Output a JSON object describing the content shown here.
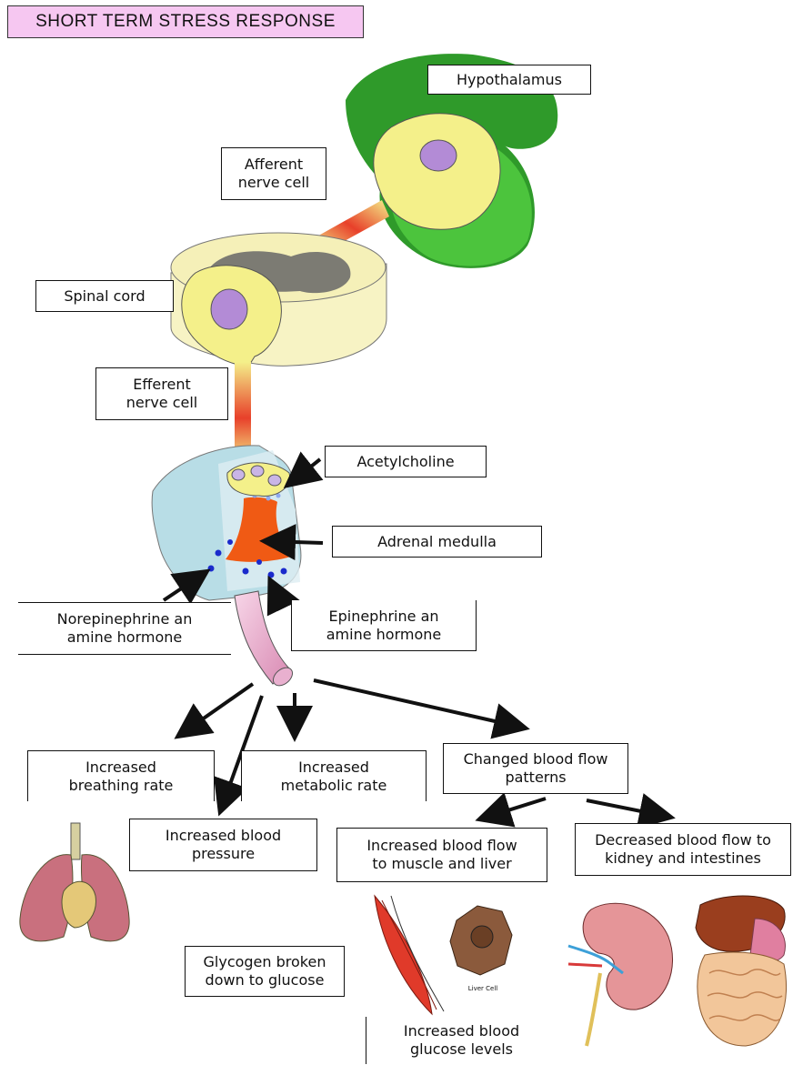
{
  "title": "SHORT TERM STRESS RESPONSE",
  "labels": {
    "hypothalamus": "Hypothalamus",
    "afferent_line1": "Afferent",
    "afferent_line2": "nerve cell",
    "spinal_cord": "Spinal cord",
    "efferent_line1": "Efferent",
    "efferent_line2": "nerve cell",
    "acetylcholine": "Acetylcholine",
    "adrenal_medulla": "Adrenal medulla",
    "norepinephrine_line1": "Norepinephrine an",
    "norepinephrine_line2": "amine hormone",
    "epinephrine_line1": "Epinephrine an",
    "epinephrine_line2": "amine hormone",
    "breathing_line1": "Increased",
    "breathing_line2": "breathing rate",
    "metabolic_line1": "Increased",
    "metabolic_line2": "metabolic rate",
    "blood_flow_patterns_line1": "Changed blood flow",
    "blood_flow_patterns_line2": "patterns",
    "blood_pressure_line1": "Increased blood",
    "blood_pressure_line2": "pressure",
    "muscle_liver_line1": "Increased blood flow",
    "muscle_liver_line2": "to muscle and liver",
    "kidney_line1": "Decreased blood flow to",
    "kidney_line2": "kidney and intestines",
    "glycogen_line1": "Glycogen broken",
    "glycogen_line2": "down to glucose",
    "glucose_line1": "Increased blood",
    "glucose_line2": "glucose levels",
    "liver_cell_caption": "Liver Cell"
  },
  "colors": {
    "title_bg": "#f6c7f1",
    "hypothalamus_green": "#3aa832",
    "neuron_yellow": "#f4f08a",
    "nucleus_purple": "#b38bd6",
    "axon_red": "#e8402a",
    "spinal_cord_fill": "#f7f3c4",
    "adrenal_blue": "#b8dde6",
    "medulla_orange": "#f05a14",
    "vessel_pink": "#f3c4dc"
  }
}
